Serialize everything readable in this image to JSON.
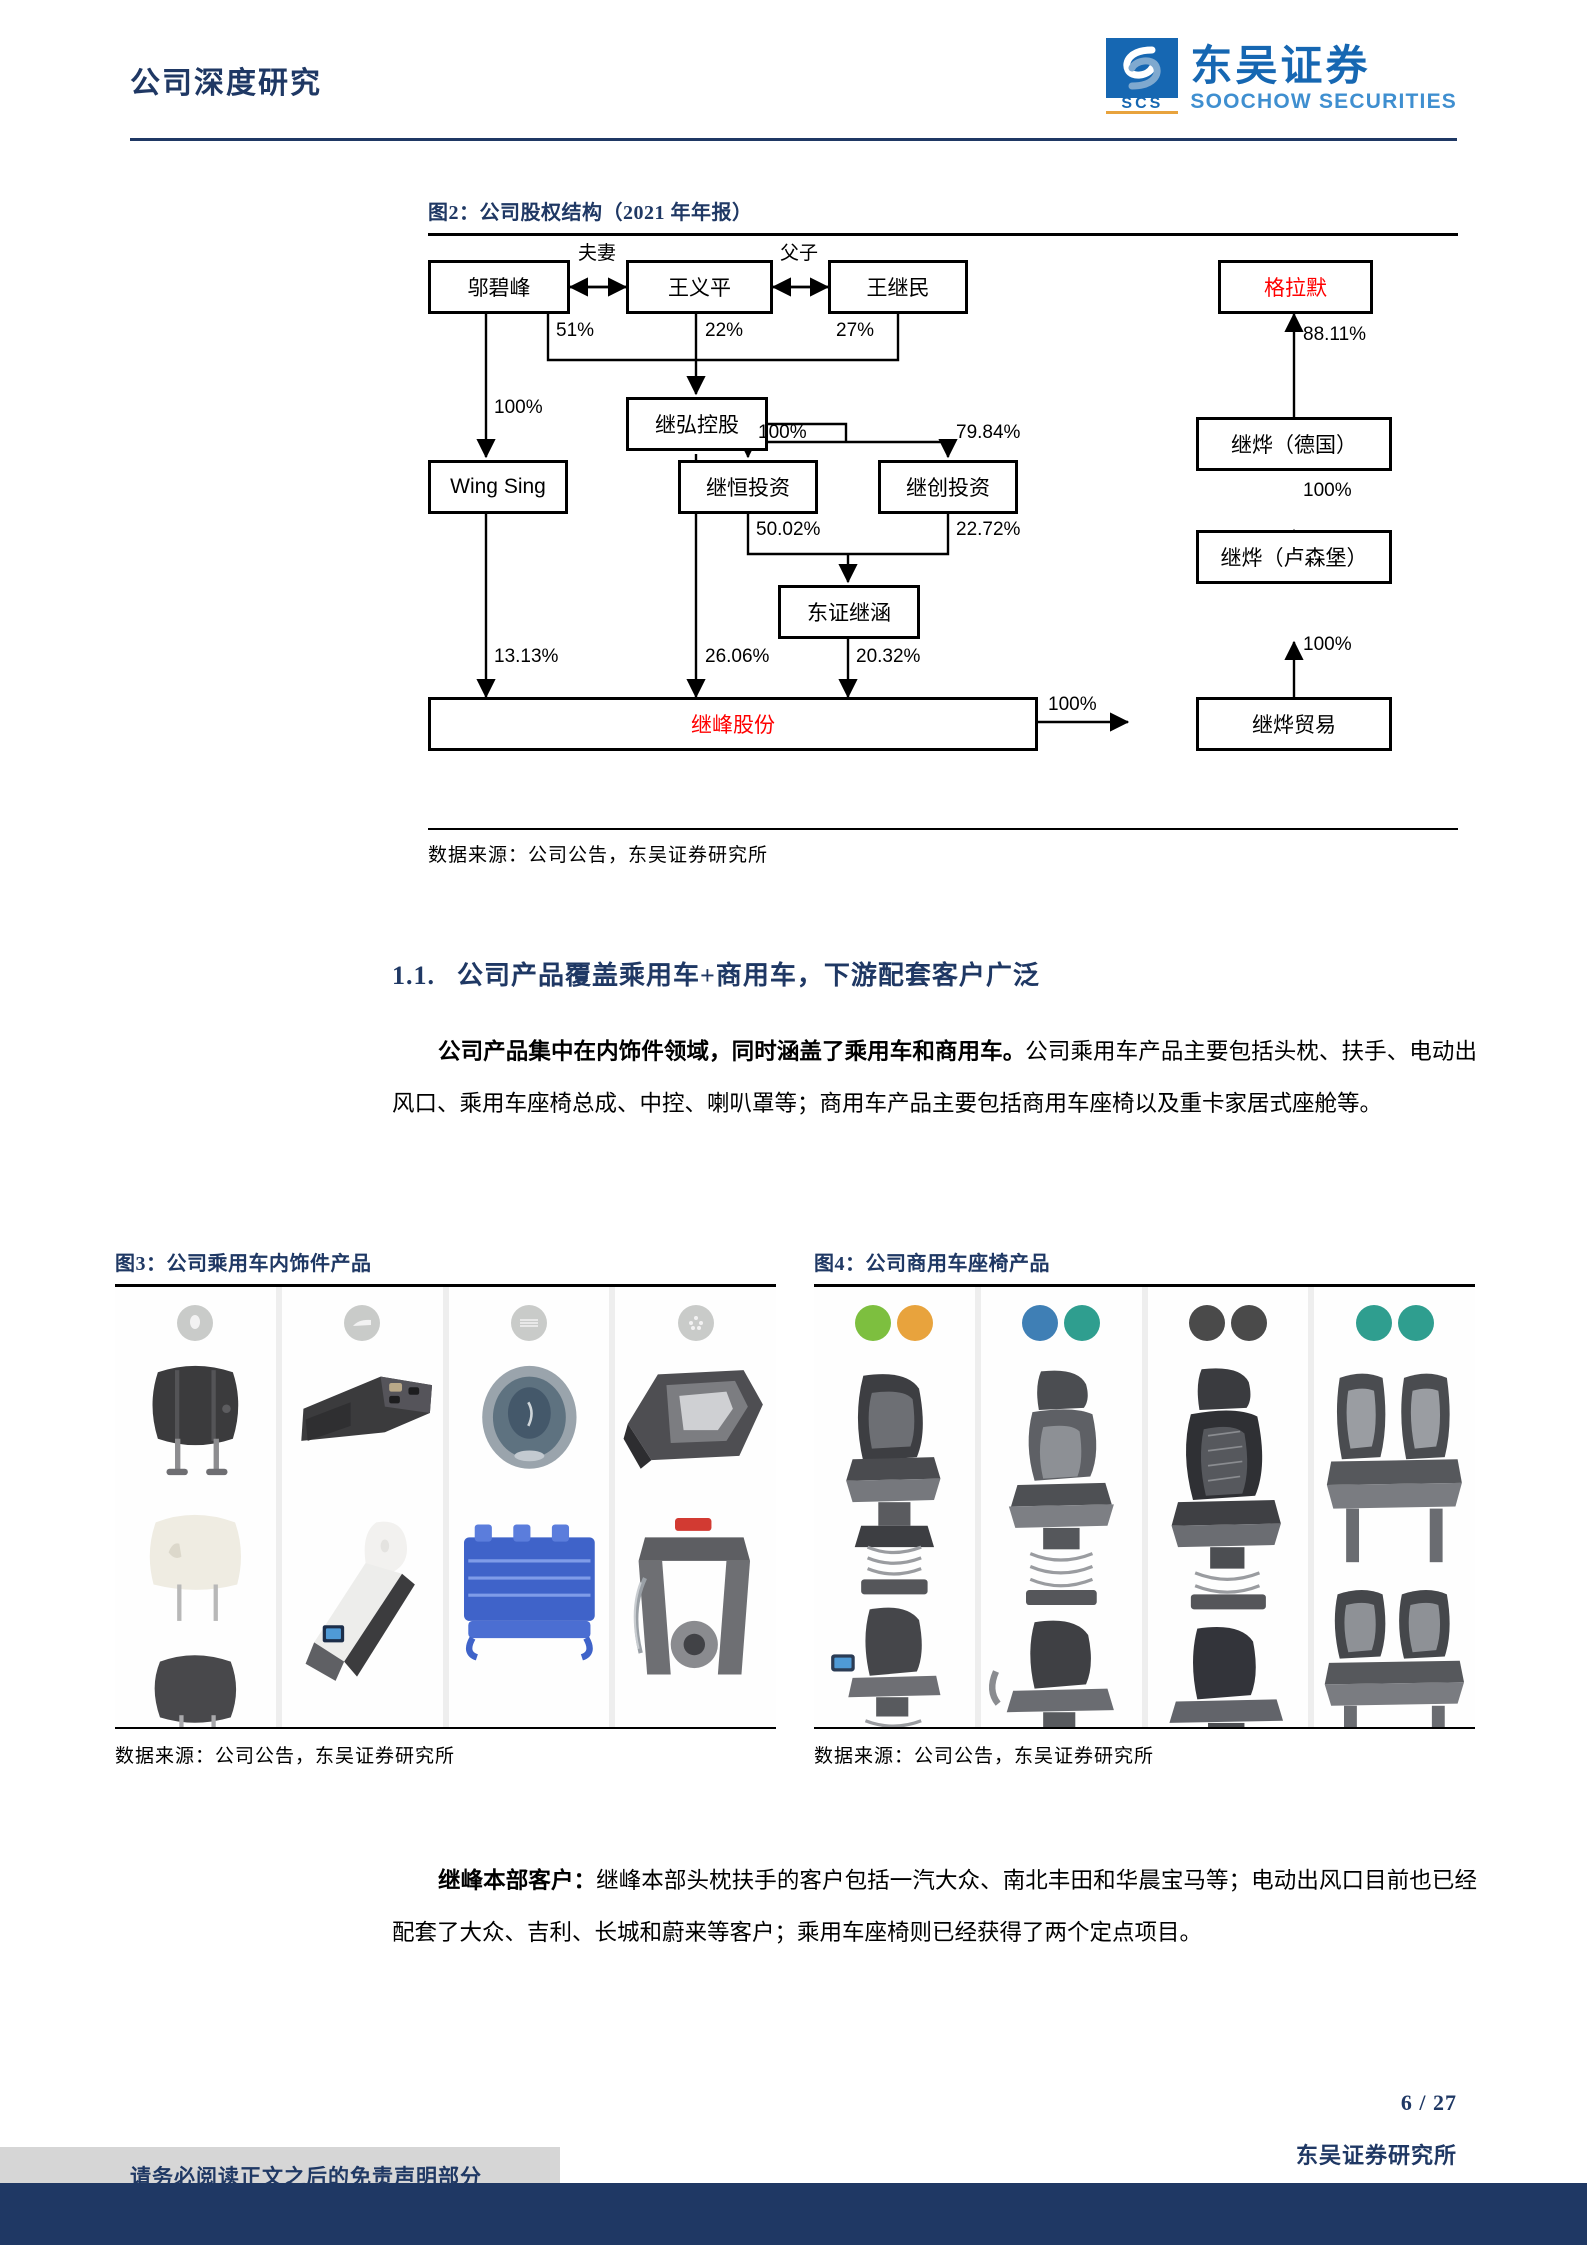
{
  "header": {
    "title": "公司深度研究",
    "logo": {
      "mark_text": "SCS",
      "cn": "东吴证券",
      "en": "SOOCHOW SECURITIES"
    }
  },
  "figure2": {
    "caption": "图2：公司股权结构（2021 年年报）",
    "source": "数据来源：公司公告，东吴证券研究所",
    "nodes": {
      "wu_bifeng": "邬碧峰",
      "wang_yiping": "王义平",
      "wang_jimin": "王继民",
      "jihong": "继弘控股",
      "wingsing": "Wing Sing",
      "jiheng": "继恒投资",
      "jichuang": "继创投资",
      "dongzheng": "东证继涵",
      "jifeng": "继峰股份",
      "grammer": "格拉默",
      "jiye_de": "继烨（德国）",
      "jiye_lu": "继烨（卢森堡）",
      "jiye_trade": "继烨贸易"
    },
    "relations": {
      "spouse": "夫妻",
      "father_son": "父子"
    },
    "percents": {
      "wu_to_jihong": "51%",
      "wang_yiping_to_jihong": "22%",
      "wang_jimin_to_jihong": "27%",
      "wu_to_wingsing": "100%",
      "jihong_to_jiheng": "100%",
      "jihong_to_jichuang": "79.84%",
      "jiheng_to_dongzheng": "50.02%",
      "jichuang_to_dongzheng": "22.72%",
      "wingsing_to_jifeng": "13.13%",
      "jihong_to_jifeng": "26.06%",
      "dongzheng_to_jifeng": "20.32%",
      "jifeng_to_trade": "100%",
      "trade_to_lux": "100%",
      "lux_to_de": "100%",
      "de_to_grammer": "88.11%"
    },
    "accent_red": "#ff0000",
    "accent_navy": "#1f3864"
  },
  "section11": {
    "number": "1.1.",
    "title": "公司产品覆盖乘用车+商用车，下游配套客户广泛",
    "paragraph_bold": "公司产品集中在内饰件领域，同时涵盖了乘用车和商用车。",
    "paragraph_rest": "公司乘用车产品主要包括头枕、扶手、电动出风口、乘用车座椅总成、中控、喇叭罩等；商用车产品主要包括商用车座椅以及重卡家居式座舱等。"
  },
  "figure3": {
    "caption": "图3：公司乘用车内饰件产品",
    "source": "数据来源：公司公告，东吴证券研究所",
    "cells": [
      {
        "icon": "headrest-icon",
        "items": [
          "headrest-dark",
          "headrest-cream",
          "headrest-grey"
        ]
      },
      {
        "icon": "armrest-icon",
        "items": [
          "console-dark",
          "armrest-white",
          "armrest-vent"
        ]
      },
      {
        "icon": "vent-icon",
        "items": [
          "speaker-cover",
          "blue-vent-assembly",
          "speaker-grille"
        ]
      },
      {
        "icon": "seat-frame-icon",
        "items": [
          "trim-panel",
          "steering-frame",
          "seat-frame"
        ]
      }
    ]
  },
  "figure4": {
    "caption": "图4：公司商用车座椅产品",
    "source": "数据来源：公司公告，东吴证券研究所",
    "cells": [
      {
        "icons": [
          "truck-seat-icon",
          "suspension-icon"
        ],
        "items": [
          "commercial-seat-a",
          "commercial-seat-b"
        ]
      },
      {
        "icons": [
          "bus-seat-icon",
          "headrest-icon"
        ],
        "items": [
          "commercial-seat-c",
          "commercial-seat-d"
        ]
      },
      {
        "icons": [
          "cabin-icon",
          "armrest-icon"
        ],
        "items": [
          "commercial-seat-e",
          "commercial-seat-f"
        ]
      },
      {
        "icons": [
          "double-seat-icon",
          "bench-icon"
        ],
        "items": [
          "double-seat-a",
          "double-seat-b"
        ]
      }
    ]
  },
  "bottom_paragraph": {
    "label": "继峰本部客户：",
    "text": "继峰本部头枕扶手的客户包括一汽大众、南北丰田和华晨宝马等；电动出风口目前也已经配套了大众、吉利、长城和蔚来等客户；乘用车座椅则已经获得了两个定点项目。"
  },
  "footer": {
    "disclaimer": "请务必阅读正文之后的免责声明部分",
    "page": "6 / 27",
    "org": "东吴证券研究所",
    "bar_color": "#1f3864"
  }
}
